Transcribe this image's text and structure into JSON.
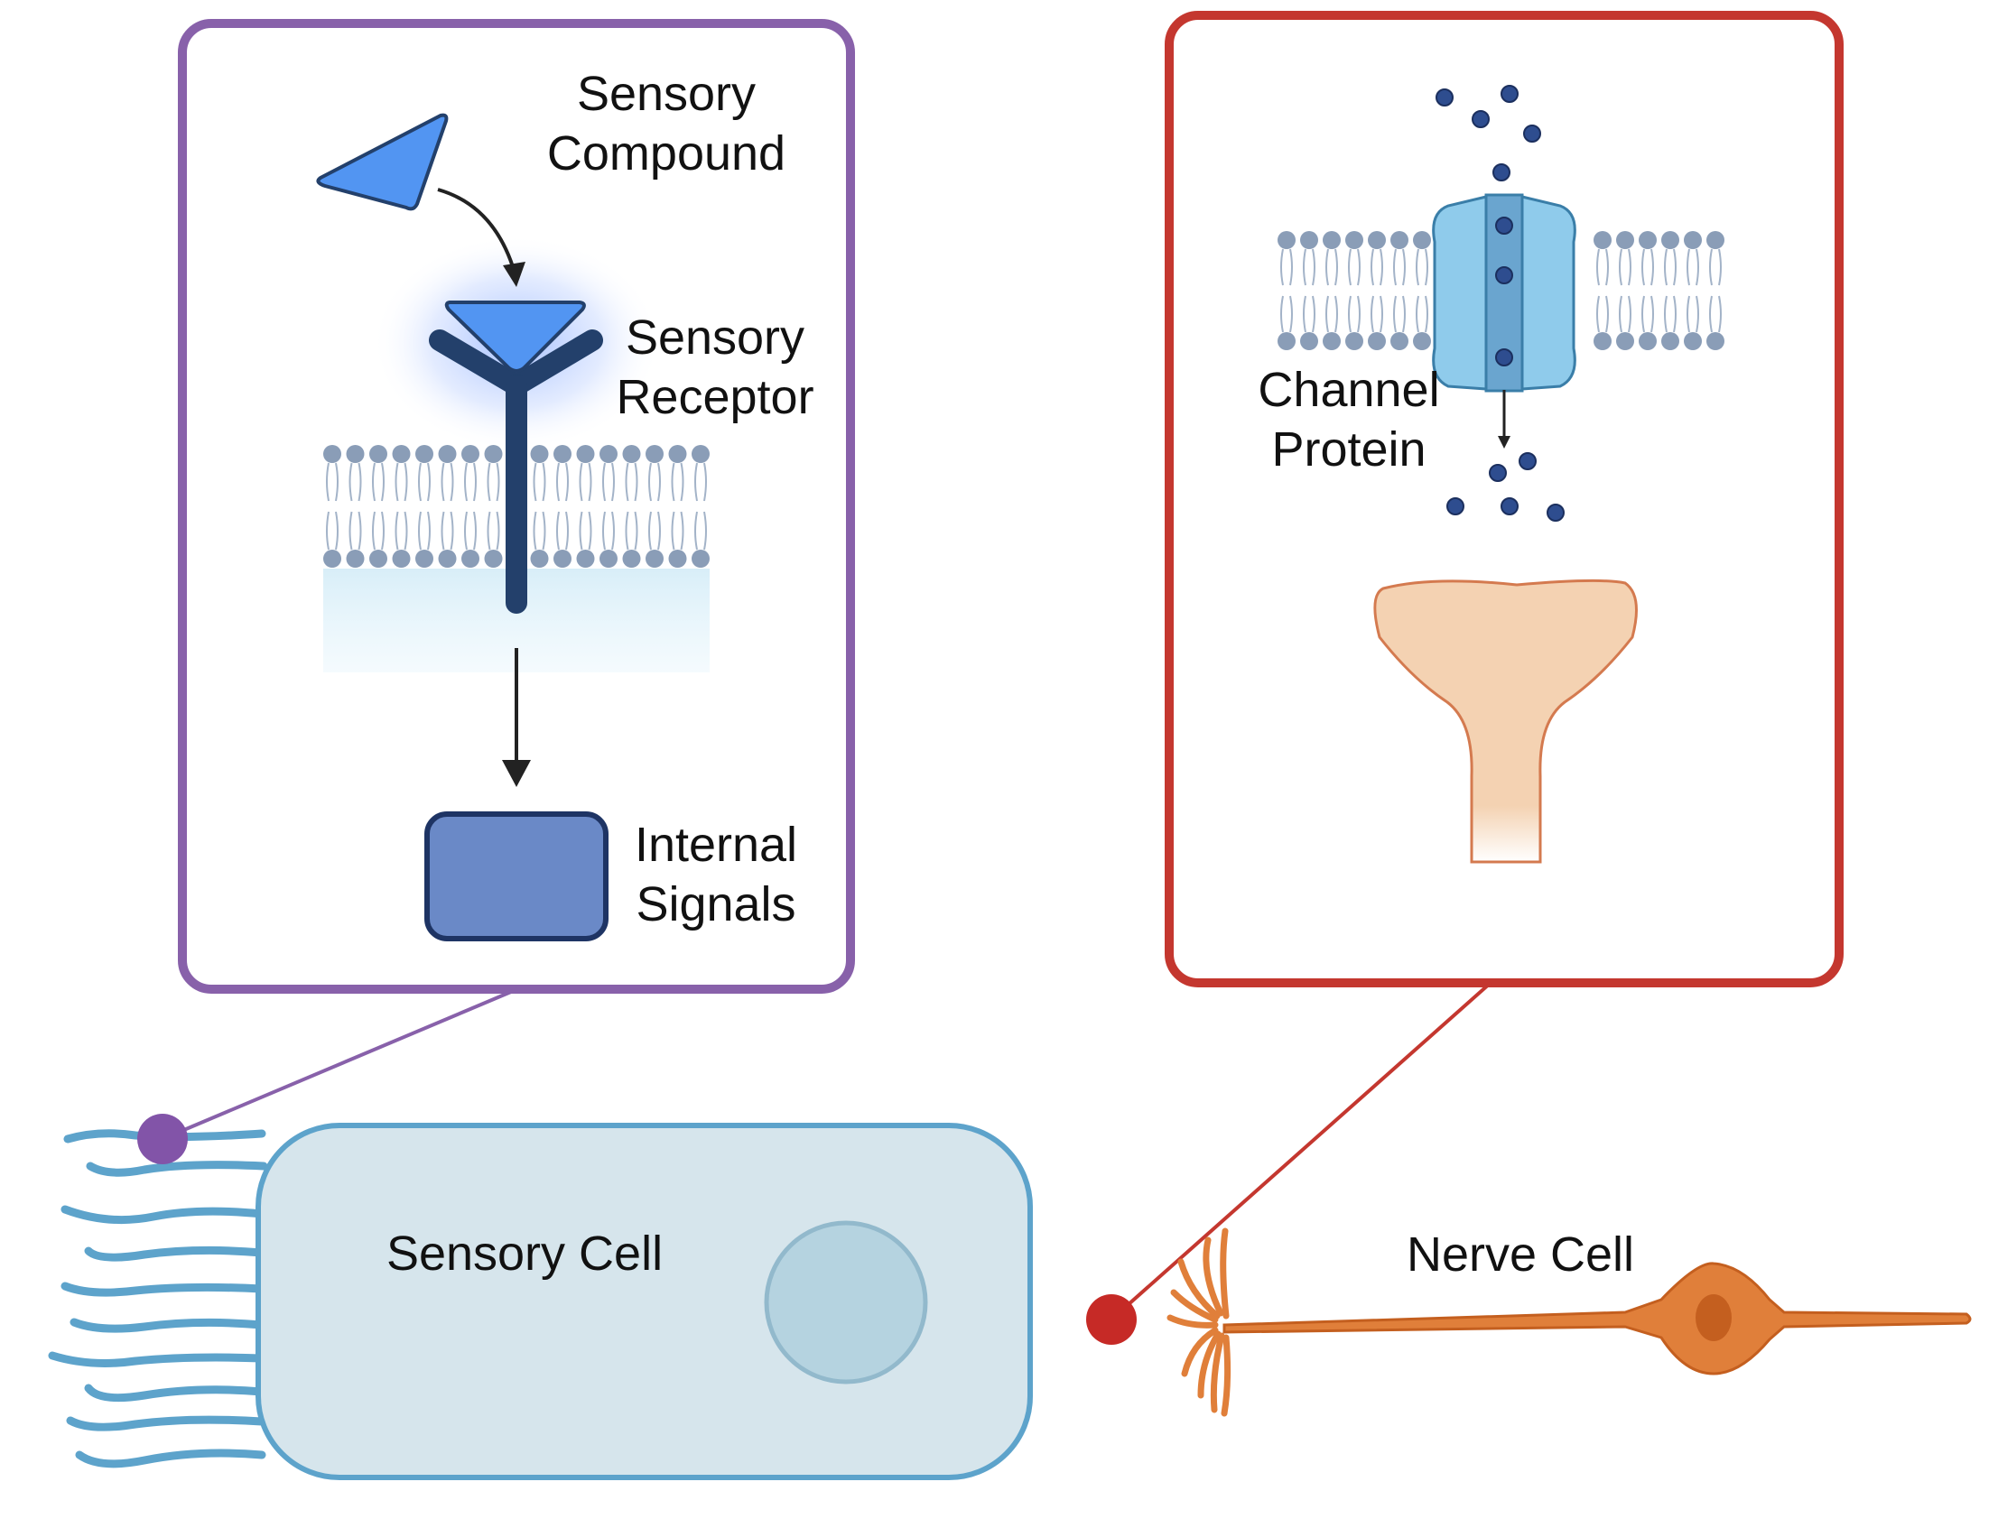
{
  "labels": {
    "sensory_compound": [
      "Sensory",
      "Compound"
    ],
    "sensory_receptor": [
      "Sensory",
      "Receptor"
    ],
    "internal_signals": [
      "Internal",
      "Signals"
    ],
    "channel_protein": [
      "Channel",
      "Protein"
    ],
    "sensory_cell": "Sensory Cell",
    "nerve_cell": "Nerve Cell"
  },
  "colors": {
    "receptor_panel_border": "#8861aa",
    "channel_panel_border": "#c4372f",
    "ligand_fill": "#5295f2",
    "receptor_dark": "#23406b",
    "signal_box": "#6a89c7",
    "membrane_head": "#8a9db7",
    "channel_fill": "#8fcbeb",
    "ion": "#2e4d8f",
    "synapse_fill": "#f4d2b2",
    "sensory_cell_fill": "#d6e5ec",
    "sensory_cell_border": "#5da3cb",
    "nucleus_fill": "#b5d3e0",
    "nerve_cell": "#e07f3a"
  },
  "icons": [
    "ligand-triangle-icon",
    "receptor-y-icon",
    "signal-box-icon",
    "phospholipid-bilayer-icon",
    "channel-protein-icon",
    "ion-icon",
    "synaptic-terminal-icon",
    "sensory-cell-icon",
    "nucleus-icon",
    "neuron-icon"
  ]
}
